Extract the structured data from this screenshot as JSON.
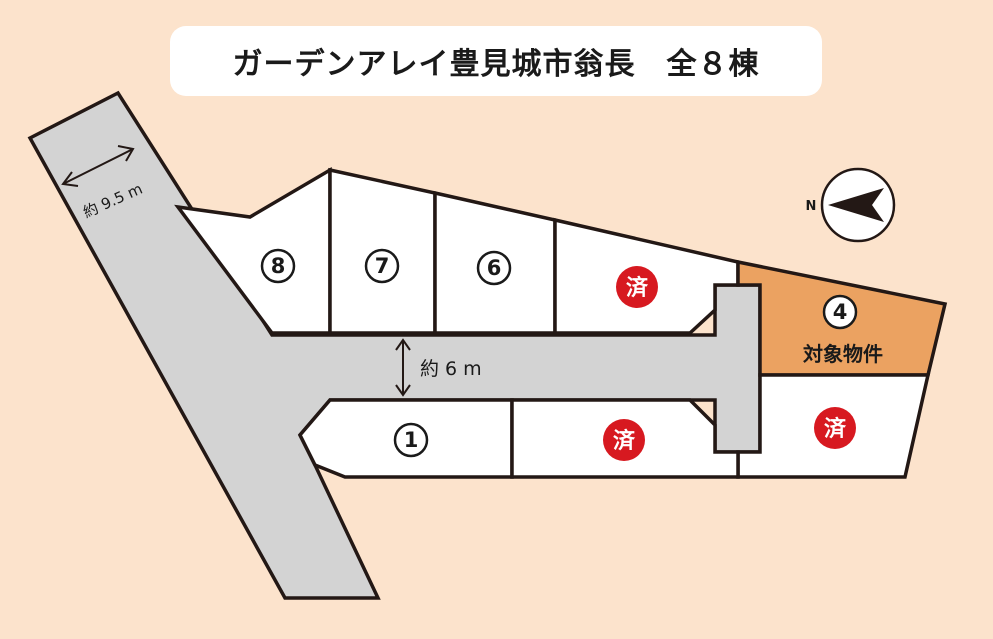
{
  "title": "ガーデンアレイ豊見城市翁長　全８棟",
  "colors": {
    "background": "#fce3cc",
    "road": "#d3d3d3",
    "lot": "#ffffff",
    "target_lot": "#eba261",
    "outline": "#231815",
    "sold_badge": "#d71920"
  },
  "road_width_main": "約 9.5 m",
  "road_width_branch": "約 6 m",
  "compass_label": "N",
  "lots": [
    {
      "id": "lot-8",
      "label": "⑧",
      "status": "available"
    },
    {
      "id": "lot-7",
      "label": "⑦",
      "status": "available"
    },
    {
      "id": "lot-6",
      "label": "⑥",
      "status": "available"
    },
    {
      "id": "lot-5",
      "label": "済",
      "status": "sold"
    },
    {
      "id": "lot-4",
      "label": "④",
      "sublabel": "対象物件",
      "status": "target"
    },
    {
      "id": "lot-1",
      "label": "①",
      "status": "available"
    },
    {
      "id": "lot-2",
      "label": "済",
      "status": "sold"
    },
    {
      "id": "lot-3",
      "label": "済",
      "status": "sold"
    }
  ]
}
